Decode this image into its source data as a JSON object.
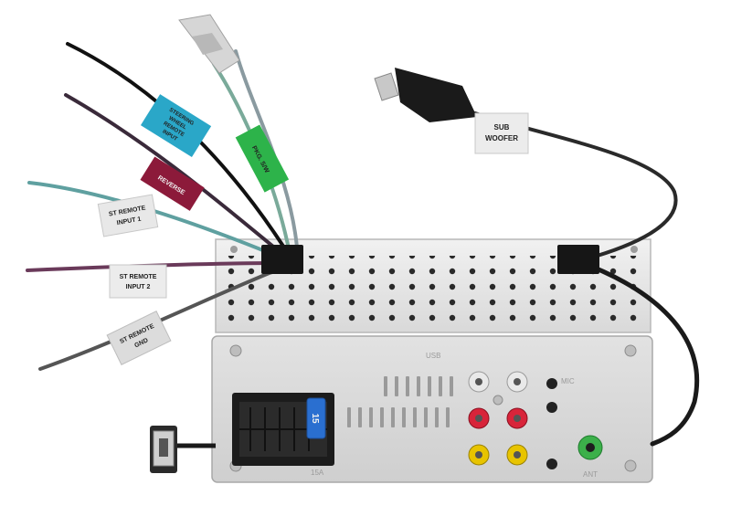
{
  "labels": {
    "steering_remote": [
      "STEERING",
      "WHEEL",
      "REMOTE",
      "INPUT"
    ],
    "reverse": "REVERSE",
    "pkg_sw": "PKG. S/W",
    "st_remote_input_1": [
      "ST REMOTE",
      "INPUT 1"
    ],
    "st_remote_input_2": [
      "ST REMOTE",
      "INPUT 2"
    ],
    "st_remote_gnd": [
      "ST REMOTE",
      "GND"
    ],
    "sub_woofer": [
      "SUB",
      "WOOFER"
    ]
  },
  "panel": {
    "fuse": "15",
    "fuse_side": "15A",
    "mic": "MIC",
    "ant": "ANT",
    "usb_mark": "USB"
  },
  "colors": {
    "steering_tag": "#2aa7c8",
    "reverse_tag": "#8c1a3a",
    "pkg_tag": "#2db34a",
    "fuse": "#2a6fd0",
    "rca_white": "#e9e9e9",
    "rca_red": "#d8243a",
    "rca_yellow": "#e8c400",
    "ant_connector": "#3cb04a"
  }
}
